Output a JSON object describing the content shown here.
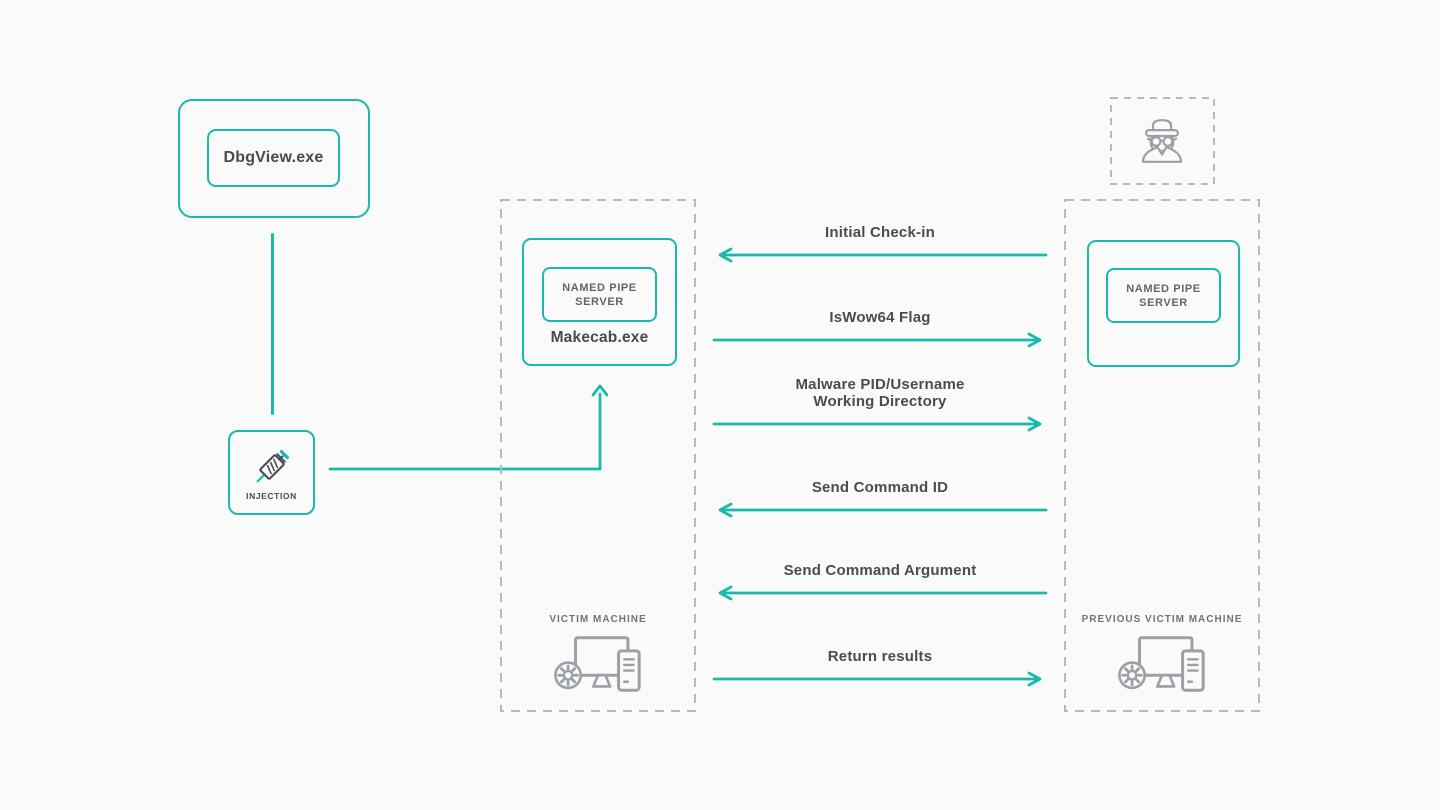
{
  "colors": {
    "teal": "#1ab9ad",
    "dark_text": "#474d54",
    "muted_text": "#6e747a",
    "icon_gray": "#9aa0a6",
    "dash_gray": "#b7babd",
    "background": "#fafafa"
  },
  "debugger_box": {
    "process": "DbgView.exe"
  },
  "injection": {
    "label": "INJECTION",
    "icon": "syringe-icon"
  },
  "victim": {
    "machine_label": "VICTIM MACHINE",
    "process": "Makecab.exe",
    "pipe_server": "NAMED PIPE SERVER",
    "icon": "computer-icon"
  },
  "previous_victim": {
    "machine_label": "PREVIOUS VICTIM MACHINE",
    "pipe_server": "NAMED PIPE SERVER",
    "icons": [
      "spy-icon",
      "computer-icon"
    ]
  },
  "messages": [
    {
      "label": "Initial Check-in",
      "direction": "left"
    },
    {
      "label": "IsWow64 Flag",
      "direction": "right"
    },
    {
      "label": "Malware PID/Username",
      "label2": "Working Directory",
      "direction": "right"
    },
    {
      "label": "Send Command ID",
      "direction": "left"
    },
    {
      "label": "Send Command Argument",
      "direction": "left"
    },
    {
      "label": "Return results",
      "direction": "right"
    }
  ]
}
